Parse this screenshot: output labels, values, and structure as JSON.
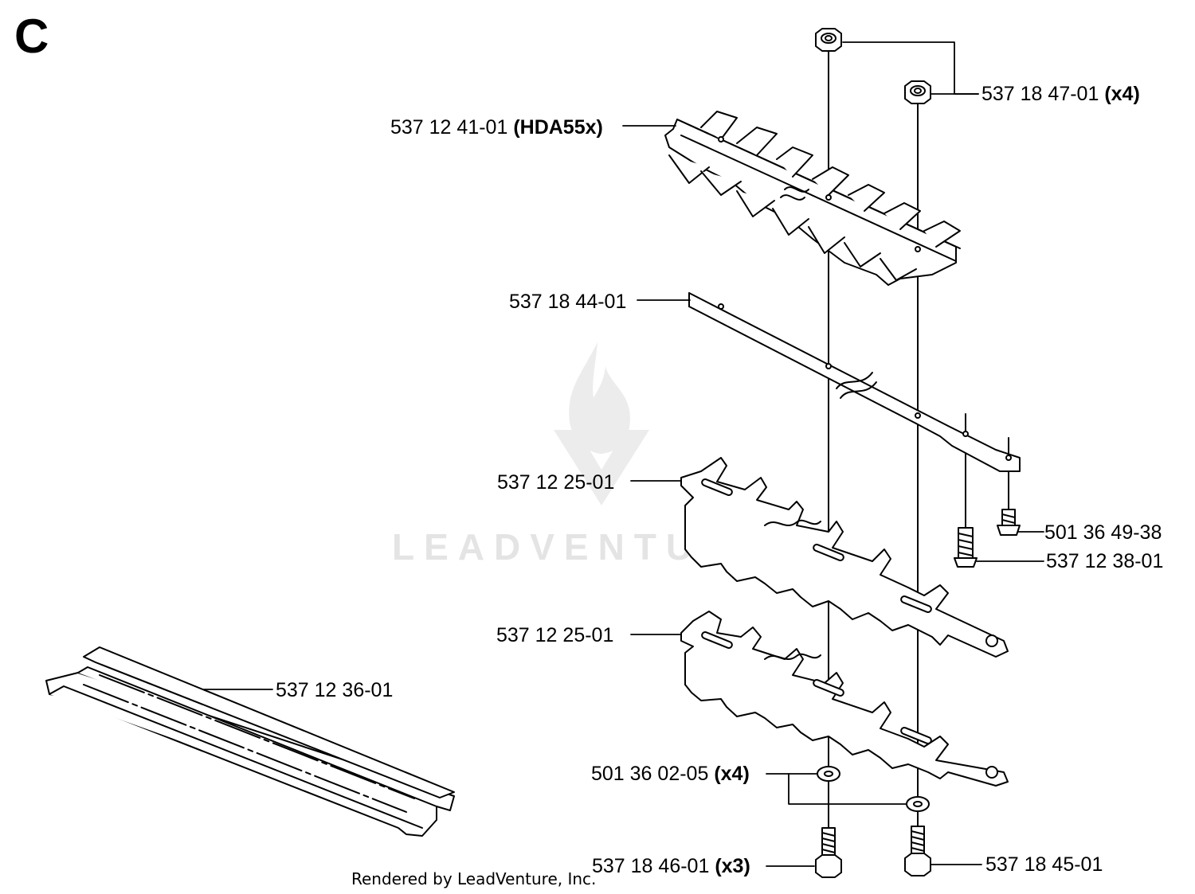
{
  "section": "C",
  "watermark": "LEADVENTURE",
  "credit": "Rendered by LeadVenture, Inc.",
  "parts": [
    {
      "num": "537 18 47-01",
      "qty": "(x4)"
    },
    {
      "num": "537 12 41-01",
      "qty": "(HDA55x)"
    },
    {
      "num": "537 18 44-01",
      "qty": ""
    },
    {
      "num": "537 12 25-01",
      "qty": ""
    },
    {
      "num": "501 36 49-38",
      "qty": ""
    },
    {
      "num": "537 12 38-01",
      "qty": ""
    },
    {
      "num": "537 12 25-01",
      "qty": ""
    },
    {
      "num": "537 12 36-01",
      "qty": ""
    },
    {
      "num": "501 36 02-05",
      "qty": "(x4)"
    },
    {
      "num": "537 18 46-01",
      "qty": "(x3)"
    },
    {
      "num": "537 18 45-01",
      "qty": ""
    }
  ]
}
